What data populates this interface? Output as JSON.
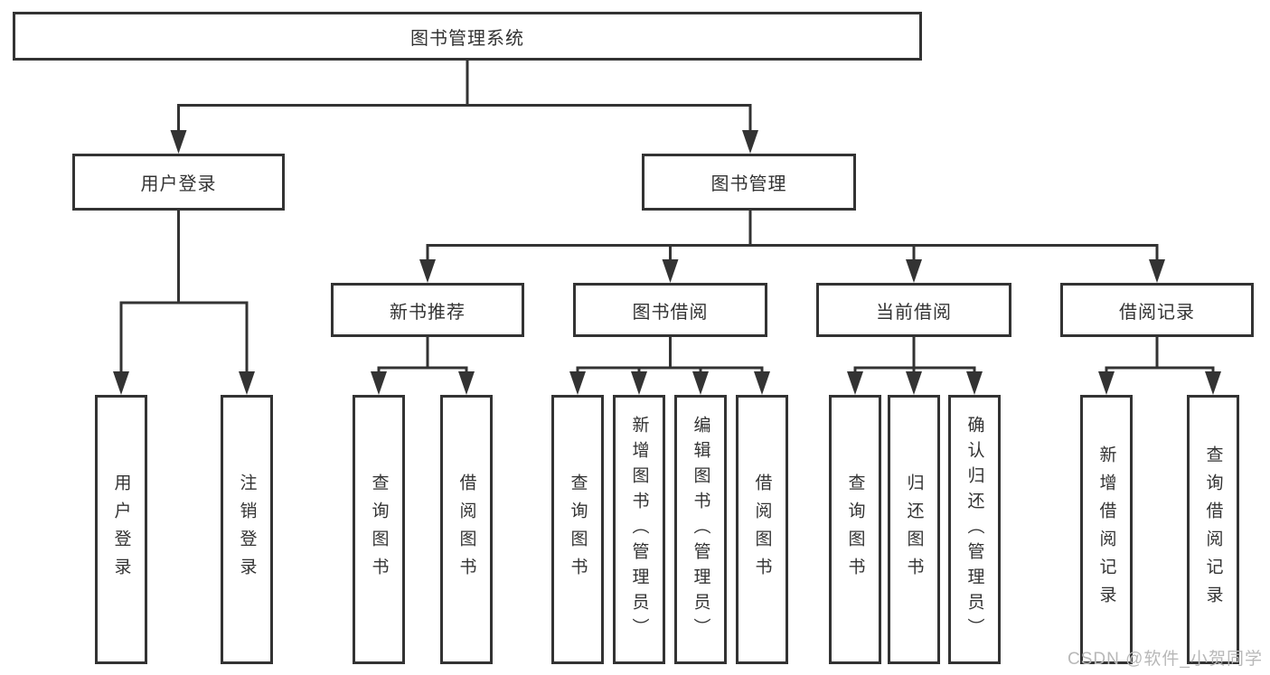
{
  "tree": {
    "root": {
      "label": "图书管理系统"
    },
    "branches": [
      {
        "label": "用户登录",
        "children": [
          {
            "label": "用户登录"
          },
          {
            "label": "注销登录"
          }
        ]
      },
      {
        "label": "图书管理",
        "children": [
          {
            "label": "新书推荐",
            "children": [
              {
                "label": "查询图书"
              },
              {
                "label": "借阅图书"
              }
            ]
          },
          {
            "label": "图书借阅",
            "children": [
              {
                "label": "查询图书"
              },
              {
                "label": "新增图书（管理员）"
              },
              {
                "label": "编辑图书（管理员）"
              },
              {
                "label": "借阅图书"
              }
            ]
          },
          {
            "label": "当前借阅",
            "children": [
              {
                "label": "查询图书"
              },
              {
                "label": "归还图书"
              },
              {
                "label": "确认归还（管理员）"
              }
            ]
          },
          {
            "label": "借阅记录",
            "children": [
              {
                "label": "新增借阅记录"
              },
              {
                "label": "查询借阅记录"
              }
            ]
          }
        ]
      }
    ]
  },
  "watermark": {
    "text": "CSDN @软件_小贺同学"
  },
  "colors": {
    "line": "#333333",
    "box_border": "#333333",
    "text": "#333333",
    "watermark": "#b8b8b8",
    "background": "#ffffff"
  }
}
